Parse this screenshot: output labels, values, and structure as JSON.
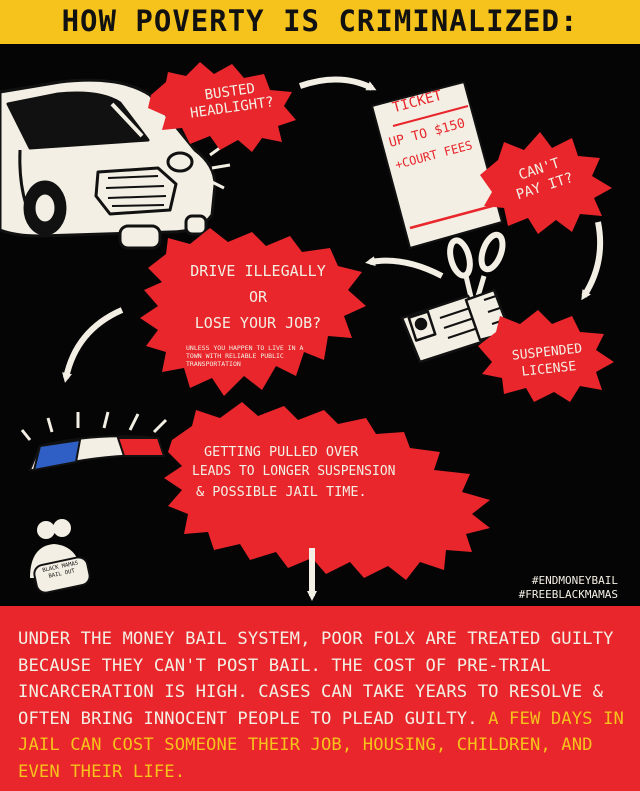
{
  "title": "HOW POVERTY IS CRIMINALIZED:",
  "bubbles": {
    "headlight": "BUSTED HEADLIGHT?",
    "ticket_title": "TICKET",
    "ticket_line1": "UP TO $150",
    "ticket_line2": "+COURT FEES",
    "cant_pay": "CAN'T PAY IT?",
    "drive_line1": "DRIVE ILLEGALLY",
    "drive_line2": "OR",
    "drive_line3": "LOSE YOUR JOB?",
    "transit_note": "UNLESS YOU HAPPEN TO LIVE IN A TOWN WITH RELIABLE PUBLIC TRANSPORTATION",
    "suspended": "SUSPENDED LICENSE",
    "pulled_line1": "GETTING PULLED OVER",
    "pulled_line2": "LEADS TO LONGER SUSPENSION",
    "pulled_line3": "& POSSIBLE JAIL TIME."
  },
  "logo_text": "BLACK MAMAS BAIL OUT",
  "hashtags": [
    "#ENDMONEYBAIL",
    "#FREEBLACKMAMAS"
  ],
  "bottom": {
    "main": "UNDER THE MONEY BAIL SYSTEM, POOR FOLX ARE TREATED GUILTY BECAUSE THEY CAN'T POST BAIL. THE COST OF PRE-TRIAL INCARCERATION IS HIGH. CASES CAN TAKE YEARS TO RESOLVE & OFTEN BRING INNOCENT PEOPLE TO PLEAD GUILTY.",
    "highlight": "A FEW DAYS IN JAIL CAN COST SOMEONE THEIR JOB, HOUSING, CHILDREN, AND EVEN THEIR LIFE."
  },
  "colors": {
    "title_bg": "#f6c21c",
    "background": "#050505",
    "accent_red": "#e8262b",
    "paper": "#f3efe4",
    "highlight_yellow": "#f6c21c",
    "siren_blue": "#2f5fc4"
  }
}
